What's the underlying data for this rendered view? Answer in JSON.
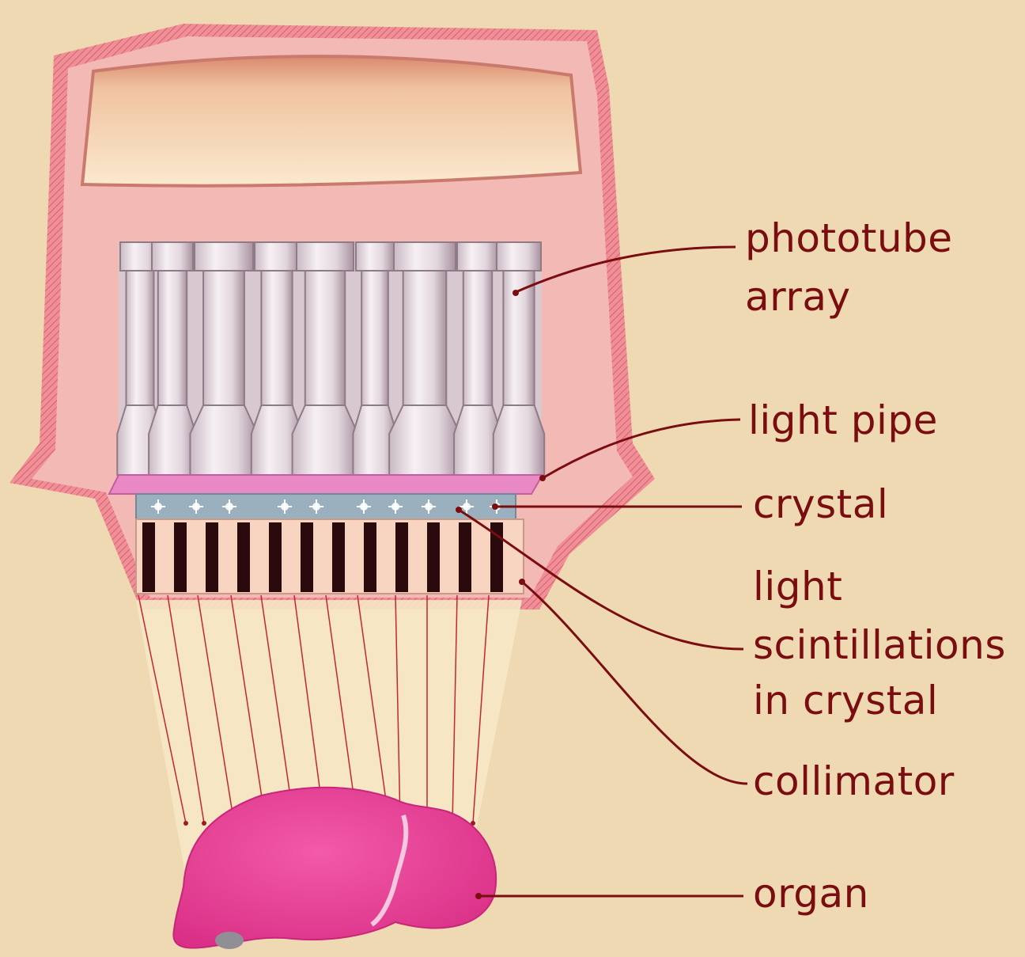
{
  "labels": {
    "phototube_array": [
      "phototube",
      "array"
    ],
    "light_pipe": "light pipe",
    "crystal": "crystal",
    "light_scintillations": [
      "light",
      "scintillations",
      "in crystal"
    ],
    "collimator": "collimator",
    "organ": "organ"
  },
  "colors": {
    "background": "#efd9b3",
    "housing": "#f3b9b5",
    "housing_edge": "#e06b76",
    "label_text": "#7a0d10",
    "leader_line": "#7a0d10",
    "organ": "#e53e97",
    "light_pipe": "#e889c6",
    "crystal": "#9bb0bf",
    "collimator_septa": "#2a0a0c",
    "field_of_view": "#f6e7c4",
    "phototube": "#efe6ea"
  }
}
